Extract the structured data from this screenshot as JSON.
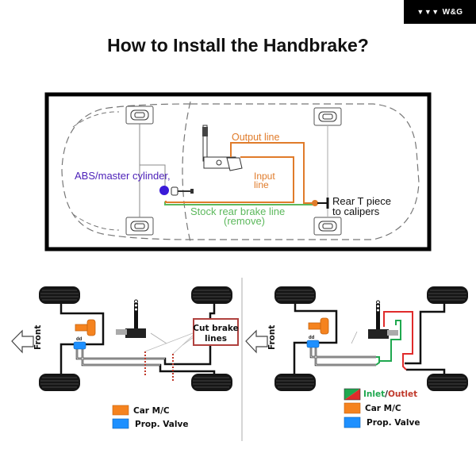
{
  "brand": {
    "logo_icon": "triple-chevron-logo-icon",
    "name": "W&G"
  },
  "title": "How to Install the Handbrake?",
  "top_diagram": {
    "labels": {
      "abs_master_cylinder": "ABS/master cylinder,",
      "output_line": "Output line",
      "input_line_1": "Input",
      "input_line_2": "line",
      "stock_line_1": "Stock rear brake line",
      "stock_line_2": "(remove)",
      "rear_t_1": "Rear T piece",
      "rear_t_2": "to calipers"
    },
    "colors": {
      "abs": "#4b1fb8",
      "output": "#e07b2a",
      "stock": "#5cb85c",
      "frame": "#000000"
    }
  },
  "left_diagram": {
    "front_label": "Front",
    "callout": {
      "line1": "Cut brake",
      "line2": "lines"
    },
    "legend": [
      {
        "label": "Car M/C",
        "color": "#f5831f"
      },
      {
        "label": "Prop. Valve",
        "color": "#1e90ff"
      }
    ]
  },
  "right_diagram": {
    "front_label": "Front",
    "legend": [
      {
        "label_inlet": "Inlet",
        "sep": "/",
        "label_outlet": "Outlet",
        "color_inlet": "#1fa84f",
        "color_outlet": "#e02b2b"
      },
      {
        "label": "Car M/C",
        "color": "#f5831f"
      },
      {
        "label": "Prop. Valve",
        "color": "#1e90ff"
      }
    ]
  }
}
